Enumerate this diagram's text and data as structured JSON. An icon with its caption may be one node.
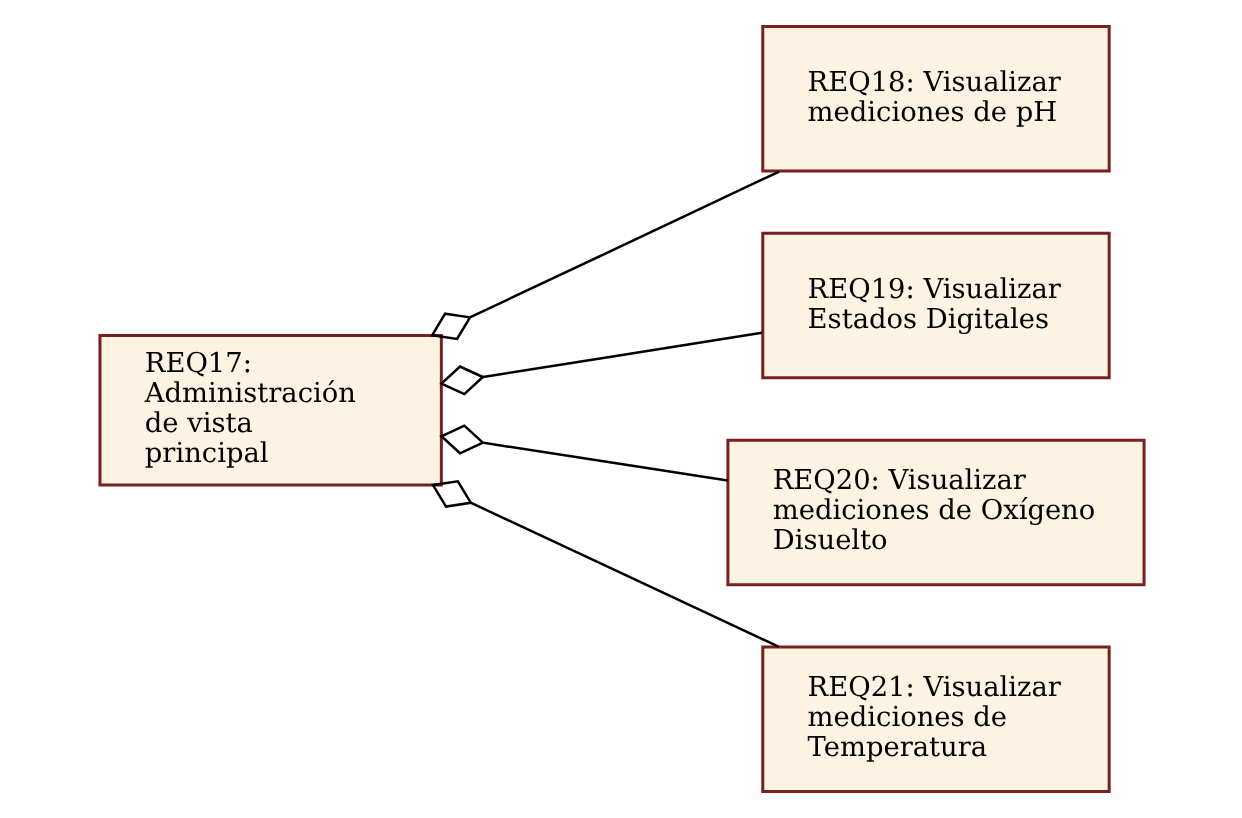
{
  "diagram": {
    "nodes": [
      {
        "text": [
          "REQ17: Administración de vista principal"
        ]
      },
      {
        "text": [
          "REQ18: Visualizar mediciones de pH"
        ]
      },
      {
        "text": [
          "REQ19: Visualizar Estados Digitales"
        ]
      },
      {
        "text": [
          "REQ20: Visualizar mediciones de Oxígeno Disuelto"
        ]
      },
      {
        "text": [
          "REQ21: Visualizar mediciones de Temperatura"
        ]
      }
    ],
    "edges": [
      {
        "from": 0,
        "to": 1,
        "arrow": "other"
      },
      {
        "from": 0,
        "to": 2,
        "arrow": "other"
      },
      {
        "from": 0,
        "to": 3,
        "arrow": "other"
      },
      {
        "from": 0,
        "to": 4,
        "arrow": "other"
      }
    ]
  }
}
